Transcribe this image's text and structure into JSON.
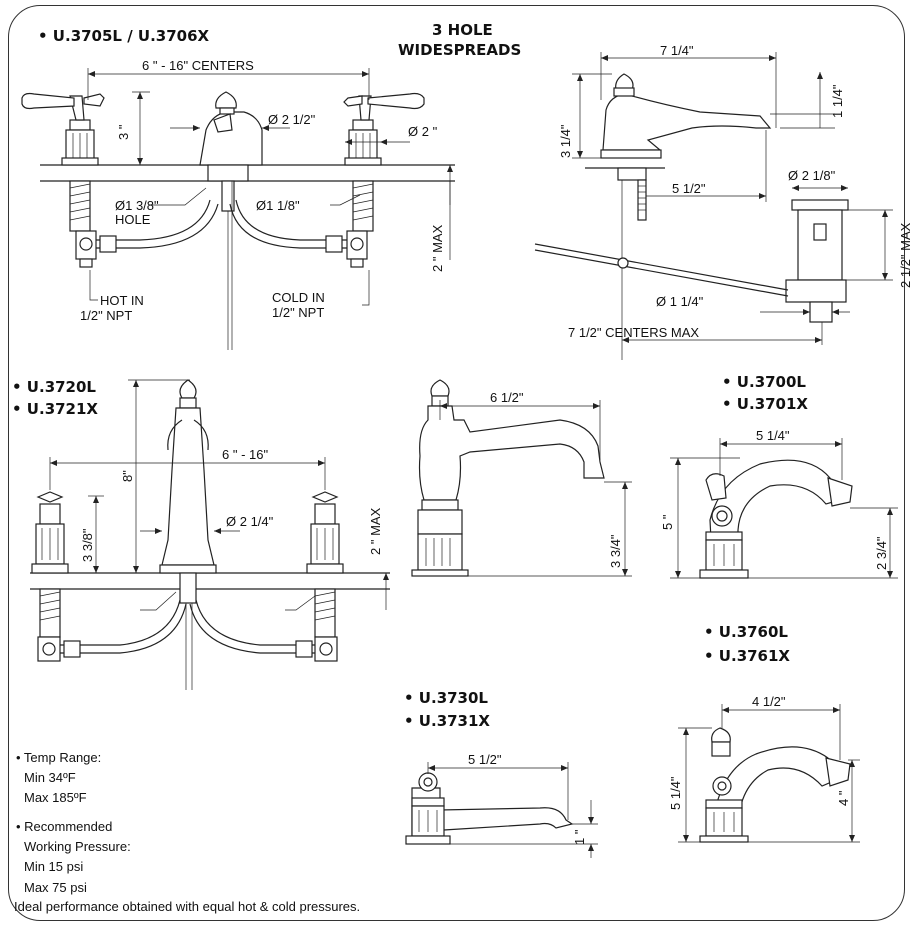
{
  "title": {
    "line1": "3 HOLE",
    "line2": "WIDESPREADS"
  },
  "models": {
    "m1": "• U.3705L / U.3706X",
    "m2a": "• U.3720L",
    "m2b": "• U.3721X",
    "m3a": "• U.3700L",
    "m3b": "• U.3701X",
    "m4a": "• U.3760L",
    "m4b": "• U.3761X",
    "m5a": "• U.3730L",
    "m5b": "• U.3731X"
  },
  "dims": {
    "centers_1": "6 \" - 16\" CENTERS",
    "h3": "3 \"",
    "d212": "Ø 2  1/2\"",
    "d2": "Ø 2 \"",
    "hole138": "Ø1 3/8\"",
    "hole": "HOLE",
    "d118": "Ø1 1/8\"",
    "max2": "2 \" MAX",
    "hot": "HOT IN",
    "npt": "1/2\" NPT",
    "cold": "COLD IN",
    "w714": "7  1/4\"",
    "h114": "1  1/4\"",
    "h314": "3  1/4\"",
    "w512": "5  1/2\"",
    "d218": "Ø 2  1/8\"",
    "max212": "2  1/2\" MAX",
    "d114": "Ø 1  1/4\"",
    "centers_max": "7  1/2\" CENTERS MAX",
    "h8": "8\"",
    "centers_2": "6 \" - 16\"",
    "d214": "Ø 2  1/4\"",
    "h338": "3  3/8\"",
    "w612": "6  1/2\"",
    "h334": "3  3/4\"",
    "w514": "5  1/4\"",
    "h5": "5 \"",
    "h234": "2  3/4\"",
    "w412": "4  1/2\"",
    "h514": "5  1/4\"",
    "h4": "4 \"",
    "w512b": "5  1/2\"",
    "h1": "1 \""
  },
  "notes": {
    "temp": "• Temp Range:",
    "tmin": "Min 34ºF",
    "tmax": "Max 185ºF",
    "rec": "• Recommended",
    "wp": "Working Pressure:",
    "pmin": "Min 15 psi",
    "pmax": "Max 75 psi",
    "ideal": "Ideal performance obtained with equal hot & cold pressures."
  }
}
